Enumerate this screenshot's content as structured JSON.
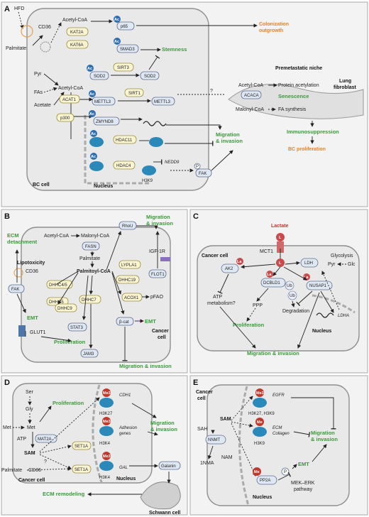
{
  "panels": {
    "A": {
      "label": "A",
      "hfd": "HFD",
      "cd36": "CD36",
      "palmitate": "Palmitate",
      "acetyl_coa_top": "Acetyl-CoA",
      "kat2a": "KAT2A",
      "p65": "p65",
      "colonization": "Colonization\noutgrowth",
      "kat6a": "KAT6A",
      "smad3": "SMAD3",
      "stemness": "Stemness",
      "sod2": "SOD2",
      "sirt3": "SIRT3",
      "sod2b": "SOD2",
      "pyr": "Pyr",
      "fas": "FAs",
      "acetate": "Acetate",
      "acetyl_coa_mid": "Acetyl-CoA",
      "acat1": "ACAT1",
      "mettl3": "METTL3",
      "sirt1": "SIRT1",
      "mettl3b": "METTL3",
      "p300": "p300",
      "zmynd8": "ZMYND8",
      "hdac11": "HDAC11",
      "hdac4": "HDAC4",
      "nedd9": "NEDD9",
      "fak": "FAK",
      "h3k9": "H3K9",
      "nucleus": "Nucleus",
      "bc_cell": "BC cell",
      "migration": "Migration\n& invasion",
      "question": "?",
      "premetastatic": "Premetastatic niche",
      "lung_fibroblast": "Lung\nfibroblast",
      "acetyl_coa_niche": "Acetyl-CoA",
      "protein_acetylation": "Protein acetylation",
      "acaca": "ACACA",
      "senescence": "Senescence",
      "malonyl_coa": "Malonyl-CoA",
      "fa_synthesis": "FA synthesis",
      "immunosuppression": "Immunosuppression",
      "bc_proliferation": "BC proliferation"
    },
    "B": {
      "label": "B",
      "ecm_detachment": "ECM\ndetachment",
      "lipotoxicity": "Lipotoxicity",
      "cd36": "CD36",
      "dhhc45": "DHHC4/5",
      "dhhc5": "DHHC5",
      "fak": "FAK",
      "emt_left": "EMT",
      "glut1": "GLUT1",
      "dhhc9": "DHHC9",
      "proliferation": "Proliferation",
      "acetyl_coa": "Acetyl-CoA",
      "malonyl_coa": "Malonyl-CoA",
      "fasn": "FASN",
      "palmitate": "Palmitate",
      "palmitoyl_coa": "Palmitoyl-CoA",
      "dhhc7": "DHHC7",
      "stat3": "STAT3",
      "jam3": "JAM3",
      "rhou": "RhoU",
      "lypla1": "LYPLA1",
      "dhhc19": "DHHC19",
      "igf1r": "IGF-1R",
      "flot1": "FLOT1",
      "acox1": "ACOX1",
      "pfao": "pFAO",
      "bcat": "β-cat",
      "emt_right": "EMT",
      "cancer_cell": "Cancer\ncell",
      "migration_top": "Migration\n& invasion",
      "migration_bottom": "Migration & invasion"
    },
    "C": {
      "label": "C",
      "lactate": "Lactate",
      "mct1": "MCT1",
      "l": "L",
      "la": "La",
      "cancer_cell": "Cancer cell",
      "ak2": "AK2",
      "ldh": "LDH",
      "glycolysis": "Glycolysis",
      "pyr": "Pyr",
      "glc": "Glc",
      "dcbld1": "DCBLD1",
      "nusap1": "NUSAP1",
      "ub": "Ub",
      "atp_metabolism": "ATP\nmetabolism?",
      "ppp": "PPP",
      "degradation": "Degradation",
      "ldha": "LDHA",
      "proliferation": "Proliferation",
      "nucleus": "Nucleus",
      "migration": "Migration & invasion"
    },
    "D": {
      "label": "D",
      "ser": "Ser",
      "gly": "Gly",
      "met_outer": "Met",
      "met_inner": "Met",
      "atp": "ATP",
      "mat2a": "MAT2A",
      "sam": "SAM",
      "proliferation": "Proliferation",
      "me3": "Me3",
      "cdh1": "CDH1",
      "h3k27": "H3K27",
      "adhesion": "Adhesion\ngenes",
      "h3k4": "H3K4",
      "set1a": "SET1A",
      "set1a_b": "SET1A",
      "gal": "GAL",
      "galanin": "Galanin",
      "palmitate": "Palmitate",
      "cd36": "CD36",
      "question": "?",
      "cancer_cell": "Cancer cell",
      "nucleus": "Nucleus",
      "migration": "Migration\n& invasion",
      "h3k4b": "H3K4",
      "ecm_remodeling": "ECM remodeling",
      "schwann": "Schwann cell"
    },
    "E": {
      "label": "E",
      "cancer_cell": "Cancer\ncell",
      "sah": "SAH",
      "sam": "SAM",
      "nnmt": "NNMT",
      "nma": "1NMA",
      "nam": "NAM",
      "me3": "Me3",
      "egfr": "EGFR",
      "h3k27k9": "H3K27, H3K9",
      "ecm_collagen": "ECM\nCollagen",
      "h3k9": "H3K9",
      "me": "Me",
      "pp2a": "PP2A",
      "p": "P",
      "mek_erk": "MEK–ERK\npathway",
      "emt": "EMT",
      "nucleus": "Nucleus",
      "migration": "Migration\n& invasion"
    }
  },
  "colors": {
    "green": "#3a9a3a",
    "orange": "#e8822a",
    "acetyl_blue": "#2f6fb0",
    "methyl_red": "#c0392b",
    "lactate_red": "#c94a4a"
  }
}
